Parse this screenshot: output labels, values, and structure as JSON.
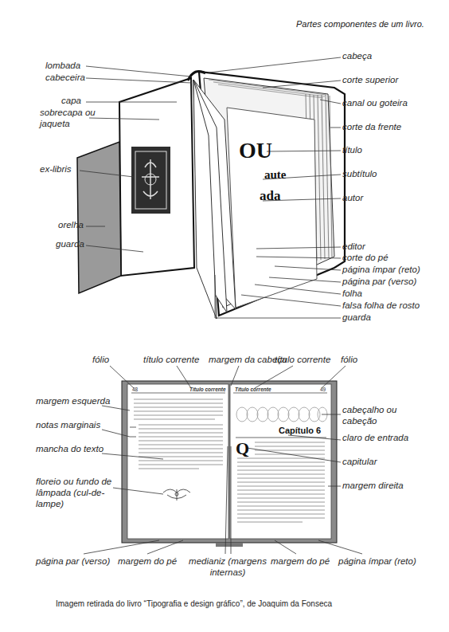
{
  "diagram": {
    "title": "Partes componentes de um livro.",
    "caption": "Imagem retirada do livro “Tipografia e design gráfico”, de Joaquim da Fonseca",
    "labels": [
      "lombada",
      "cabeceira",
      "capa",
      "sobrecapa ou jaqueta",
      "ex-libris",
      "orelha",
      "guarda",
      "cabeça",
      "corte superior",
      "canal ou goteira",
      "corte da frente",
      "título",
      "subtítulo",
      "autor",
      "editor",
      "corte do pé",
      "página ímpar (reto)",
      "página par (verso)",
      "folha",
      "falsa folha de rosto",
      "guarda",
      "fólio",
      "título corrente",
      "margem da cabeça",
      "título corrente",
      "fólio",
      "margem esquerda",
      "notas marginais",
      "mancha do texto",
      "floreio ou fundo de lâmpada (cul-de-lampe)",
      "cabeçalho ou cabeção",
      "claro de entrada",
      "capitular",
      "margem direita",
      "página par (verso)",
      "margem do pé",
      "medianiz (margens internas)",
      "margem do pé",
      "página ímpar (reto)",
      "OU",
      "aute",
      "ada",
      "48",
      "Título corrente",
      "Título corrente",
      "49",
      "Capítulo 6",
      "Q"
    ]
  }
}
